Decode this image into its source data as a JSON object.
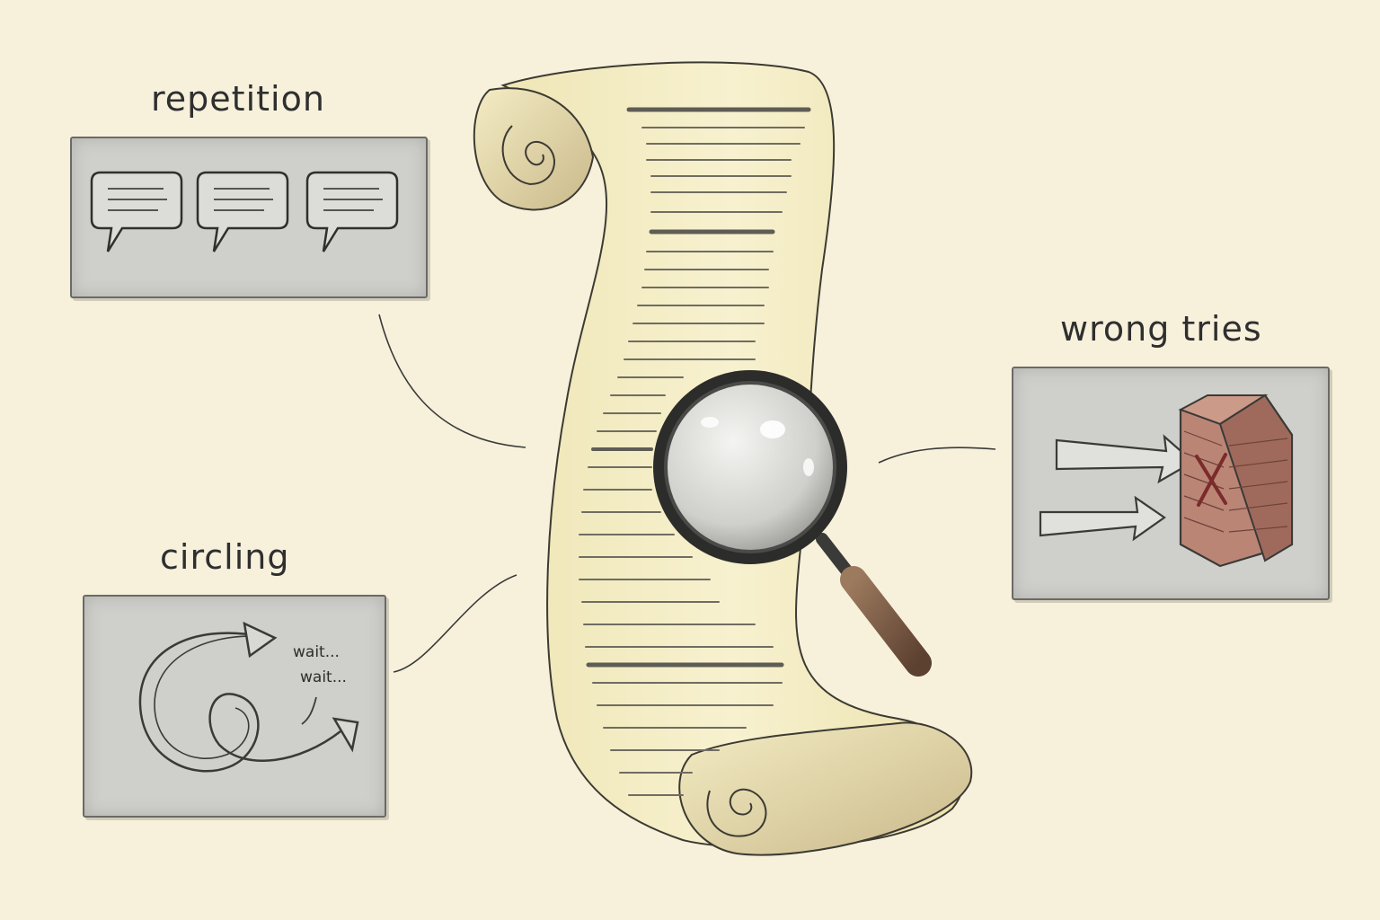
{
  "labels": {
    "repetition": "repetition",
    "circling": "circling",
    "wrong_tries": "wrong tries"
  },
  "circling_panel": {
    "text_lines": [
      "wait...",
      "wait..."
    ]
  },
  "colors": {
    "background": "#f7f1dc",
    "panel_fill": "#cfcfcb",
    "scroll_paper": "#f5efc4",
    "brick": "#b27a6c",
    "x_mark": "#7a2b2b",
    "magnifier_handle": "#7a5a44"
  },
  "icons": [
    "speech-bubble-icon",
    "speech-bubble-icon",
    "speech-bubble-icon",
    "circular-arrow-icon",
    "arrow-icon",
    "brick-wall-icon",
    "x-mark-icon",
    "magnifying-glass-icon",
    "scroll-icon"
  ]
}
